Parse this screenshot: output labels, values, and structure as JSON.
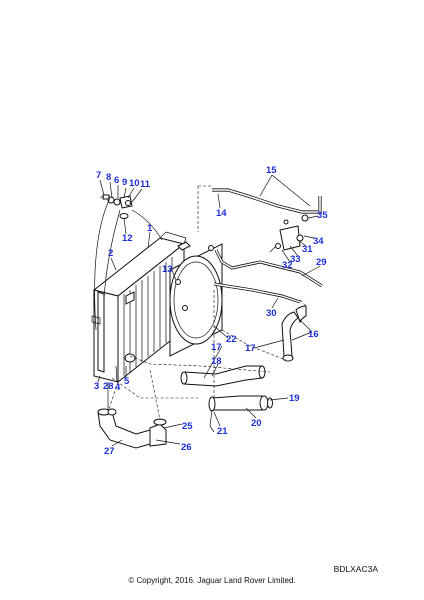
{
  "callouts": [
    {
      "id": "c1",
      "label": "1"
    },
    {
      "id": "c2",
      "label": "2"
    },
    {
      "id": "c3",
      "label": "3"
    },
    {
      "id": "c4",
      "label": "4"
    },
    {
      "id": "c5",
      "label": "5"
    },
    {
      "id": "c6",
      "label": "6"
    },
    {
      "id": "c7",
      "label": "7"
    },
    {
      "id": "c8",
      "label": "8"
    },
    {
      "id": "c9",
      "label": "9"
    },
    {
      "id": "c10",
      "label": "10"
    },
    {
      "id": "c11",
      "label": "11"
    },
    {
      "id": "c12",
      "label": "12"
    },
    {
      "id": "c13",
      "label": "13"
    },
    {
      "id": "c14",
      "label": "14"
    },
    {
      "id": "c15",
      "label": "15"
    },
    {
      "id": "c16",
      "label": "16"
    },
    {
      "id": "c17a",
      "label": "17"
    },
    {
      "id": "c17b",
      "label": "17"
    },
    {
      "id": "c18",
      "label": "18"
    },
    {
      "id": "c19",
      "label": "19"
    },
    {
      "id": "c20",
      "label": "20"
    },
    {
      "id": "c21",
      "label": "21"
    },
    {
      "id": "c22",
      "label": "22"
    },
    {
      "id": "c25",
      "label": "25"
    },
    {
      "id": "c26",
      "label": "26"
    },
    {
      "id": "c27",
      "label": "27"
    },
    {
      "id": "c28",
      "label": "28"
    },
    {
      "id": "c29",
      "label": "29"
    },
    {
      "id": "c30",
      "label": "30"
    },
    {
      "id": "c31",
      "label": "31"
    },
    {
      "id": "c32",
      "label": "32"
    },
    {
      "id": "c33",
      "label": "33"
    },
    {
      "id": "c34",
      "label": "34"
    },
    {
      "id": "c35",
      "label": "35"
    }
  ],
  "reference_code": "BDLXAC3A",
  "copyright": "© Copyright, 2016. Jaguar Land Rover Limited.",
  "colors": {
    "callout": "#1a2fd6",
    "line": "#111111"
  }
}
